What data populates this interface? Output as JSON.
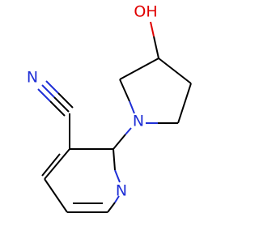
{
  "molecule": {
    "atom_labels": {
      "nitrile_n": "N",
      "pyrrolidine_n": "N",
      "pyridine_n": "N",
      "hydroxyl": "OH"
    },
    "colors": {
      "carbon_bond": "#000000",
      "nitrogen": "#1f2fd6",
      "oxygen": "#e00000"
    }
  }
}
